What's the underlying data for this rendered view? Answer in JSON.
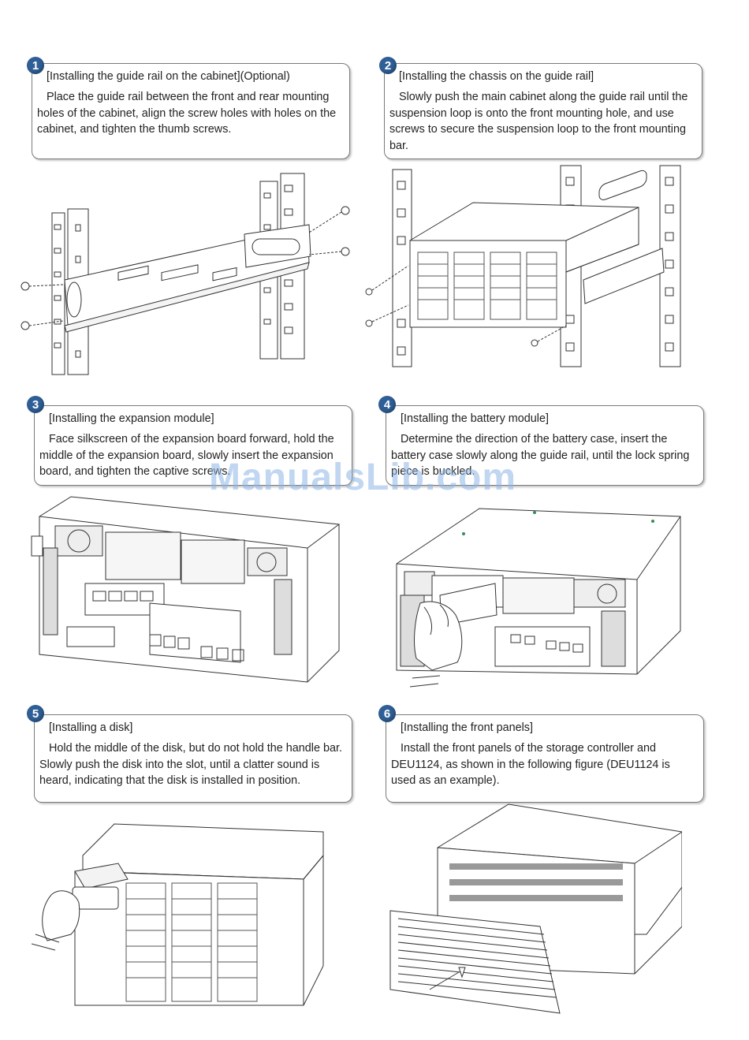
{
  "steps": [
    {
      "number": "1",
      "title": "[Installing the guide rail on the cabinet](Optional)",
      "body": "Place the guide rail between the front and rear mounting holes of the cabinet, align the screw holes with holes on the cabinet, and tighten the thumb screws."
    },
    {
      "number": "2",
      "title": "[Installing the chassis on the guide rail]",
      "body": "Slowly push the main cabinet along the guide rail until the suspension loop is onto the front mounting hole, and use screws to secure the suspension loop to the front mounting bar."
    },
    {
      "number": "3",
      "title": "[Installing the expansion module]",
      "body": "Face silkscreen of the expansion board forward, hold the middle of the expansion board, slowly insert the expansion board, and tighten the captive screws."
    },
    {
      "number": "4",
      "title": "[Installing the battery module]",
      "body": "Determine the direction of the battery case, insert the battery case slowly along the guide rail, until the lock spring piece is buckled."
    },
    {
      "number": "5",
      "title": "[Installing a disk]",
      "body": "Hold the middle of the disk, but do not hold the handle bar. Slowly push the disk into the slot, until a clatter sound is heard, indicating that the disk is installed in position."
    },
    {
      "number": "6",
      "title": "[Installing the front panels]",
      "body": "Install the front panels of the storage controller and DEU1124, as shown in the following figure (DEU1124 is used as an example)."
    }
  ],
  "watermark": "ManualsLib.com",
  "colors": {
    "badge": "#2f5f96",
    "border": "#7a7a7a",
    "watermark": "#8cb4e6"
  }
}
